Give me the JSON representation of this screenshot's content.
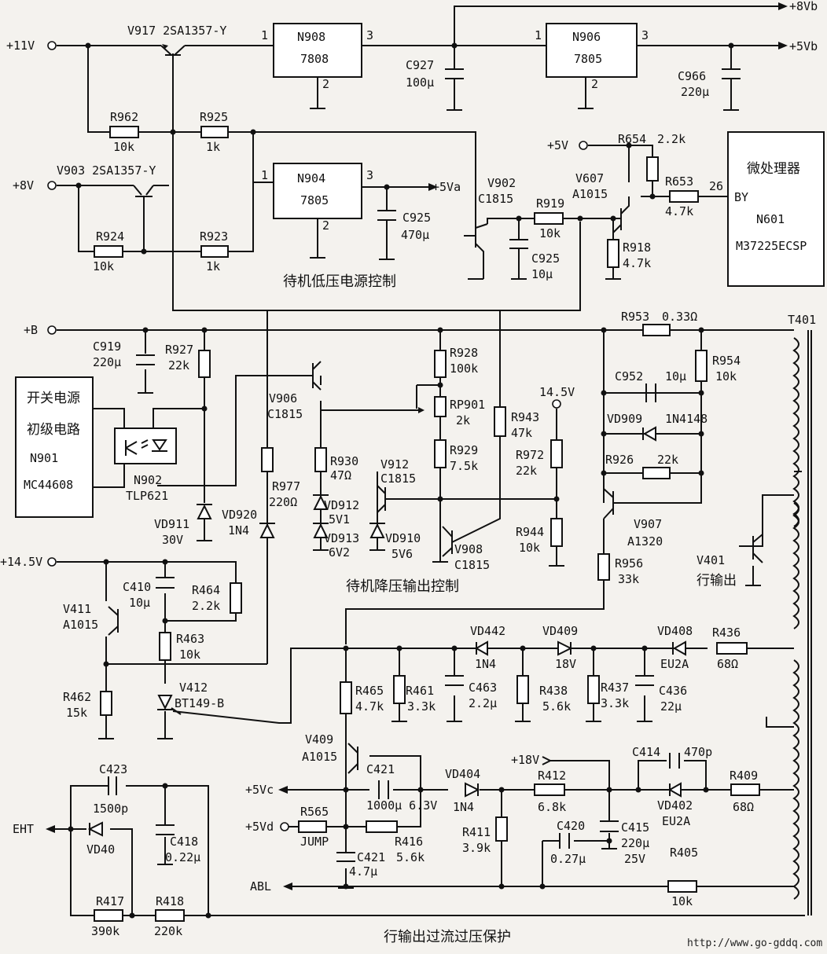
{
  "sections": {
    "standby_power": "待机低压电源控制",
    "standby_buck": "待机降压输出控制",
    "hout_protect": "行输出过流过压保护"
  },
  "rails": {
    "p11v": "+11V",
    "p8v": "+8V",
    "pb": "+B",
    "p14_5v": "+14.5V",
    "p8vb": "+8Vb",
    "p5vb": "+5Vb",
    "p5va": "+5Va",
    "p5v": "+5V",
    "v14_5": "14.5V",
    "p18v": "+18V",
    "p5vc": "+5Vc",
    "p5vd": "+5Vd",
    "eht": "EHT",
    "abl": "ABL"
  },
  "ics": {
    "n908": {
      "name": "N908",
      "type": "7808",
      "p1": "1",
      "p2": "2",
      "p3": "3"
    },
    "n906": {
      "name": "N906",
      "type": "7805",
      "p1": "1",
      "p2": "2",
      "p3": "3"
    },
    "n904": {
      "name": "N904",
      "type": "7805",
      "p1": "1",
      "p2": "2",
      "p3": "3"
    },
    "micro": {
      "title": "微处理器",
      "name": "N601",
      "part": "M37225ECSP",
      "pin": "26",
      "pin_name": "BY"
    },
    "psu": {
      "l1": "开关电源",
      "l2": "初级电路",
      "l3": "N901",
      "l4": "MC44608"
    },
    "n902": {
      "name": "N902",
      "part": "TLP621"
    }
  },
  "transistors": {
    "v917": "V917  2SA1357-Y",
    "v903": "V903  2SA1357-Y",
    "v902": [
      "V902",
      "C1815"
    ],
    "v607": [
      "V607",
      "A1015"
    ],
    "v906": [
      "V906",
      "C1815"
    ],
    "v912": [
      "V912",
      "C1815"
    ],
    "v908": [
      "V908",
      "C1815"
    ],
    "v907": [
      "V907",
      "A1320"
    ],
    "v401": [
      "V401",
      "行输出"
    ],
    "v411": [
      "V411",
      "A1015"
    ],
    "v412": [
      "V412",
      "BT149-B"
    ],
    "v409": [
      "V409",
      "A1015"
    ]
  },
  "resistors": {
    "r962": [
      "R962",
      "10k"
    ],
    "r925": [
      "R925",
      "1k"
    ],
    "r924": [
      "R924",
      "10k"
    ],
    "r923": [
      "R923",
      "1k"
    ],
    "r654": [
      "R654",
      "2.2k"
    ],
    "r653": [
      "R653",
      "4.7k"
    ],
    "r919": [
      "R919",
      "10k"
    ],
    "r918": [
      "R918",
      "4.7k"
    ],
    "r927": [
      "R927",
      "22k"
    ],
    "r928": [
      "R928",
      "100k"
    ],
    "rp901": [
      "RP901",
      "2k"
    ],
    "r929": [
      "R929",
      "7.5k"
    ],
    "r930": [
      "R930",
      "47Ω"
    ],
    "r977": [
      "R977",
      "220Ω"
    ],
    "r943": [
      "R943",
      "47k"
    ],
    "r972": [
      "R972",
      "22k"
    ],
    "r944": [
      "R944",
      "10k"
    ],
    "r953": [
      "R953",
      "0.33Ω"
    ],
    "r954": [
      "R954",
      "10k"
    ],
    "r926": [
      "R926",
      "22k"
    ],
    "r956": [
      "R956",
      "33k"
    ],
    "r464": [
      "R464",
      "2.2k"
    ],
    "r463": [
      "R463",
      "10k"
    ],
    "r462": [
      "R462",
      "15k"
    ],
    "r436": [
      "R436",
      "68Ω"
    ],
    "r465": [
      "R465",
      "4.7k"
    ],
    "r461": [
      "R461",
      "3.3k"
    ],
    "r438": [
      "R438",
      "5.6k"
    ],
    "r437": [
      "R437",
      "3.3k"
    ],
    "r412": [
      "R412",
      "6.8k"
    ],
    "r409": [
      "R409",
      "68Ω"
    ],
    "r411": [
      "R411",
      "3.9k"
    ],
    "r565": [
      "R565",
      "JUMP"
    ],
    "r416": [
      "R416",
      "5.6k"
    ],
    "r405": [
      "R405",
      "10k"
    ],
    "r417": [
      "R417",
      "390k"
    ],
    "r418": [
      "R418",
      "220k"
    ]
  },
  "capacitors": {
    "c927": [
      "C927",
      "100μ"
    ],
    "c966": [
      "C966",
      "220μ"
    ],
    "c925a": [
      "C925",
      "470μ"
    ],
    "c925b": [
      "C925",
      "10μ"
    ],
    "c919": [
      "C919",
      "220μ"
    ],
    "c952": [
      "C952",
      "10μ"
    ],
    "c410": [
      "C410",
      "10μ"
    ],
    "c463": [
      "C463",
      "2.2μ"
    ],
    "c436": [
      "C436",
      "22μ"
    ],
    "c421a": [
      "C421",
      "1000μ 6.3V"
    ],
    "c421b": [
      "C421",
      "4.7μ"
    ],
    "c414": [
      "C414",
      "470p"
    ],
    "c420": [
      "C420",
      "0.27μ"
    ],
    "c415": [
      "C415",
      "220μ",
      "25V"
    ],
    "c423": [
      "C423",
      "1500p"
    ],
    "c418": [
      "C418",
      "0.22μ"
    ]
  },
  "diodes": {
    "vd909": [
      "VD909",
      "1N4148"
    ],
    "vd911": [
      "VD911",
      "30V"
    ],
    "vd920": [
      "VD920",
      "1N4"
    ],
    "vd912": [
      "VD912",
      "5V1"
    ],
    "vd913": [
      "VD913",
      "6V2"
    ],
    "vd910": [
      "VD910",
      "5V6"
    ],
    "vd442": [
      "VD442",
      "1N4"
    ],
    "vd409": [
      "VD409",
      "18V"
    ],
    "vd408": [
      "VD408",
      "EU2A"
    ],
    "vd404": [
      "VD404",
      "1N4"
    ],
    "vd402": [
      "VD402",
      "EU2A"
    ],
    "vd40": "VD40"
  },
  "transformer": "T401",
  "website": "http://www.go-gddq.com"
}
